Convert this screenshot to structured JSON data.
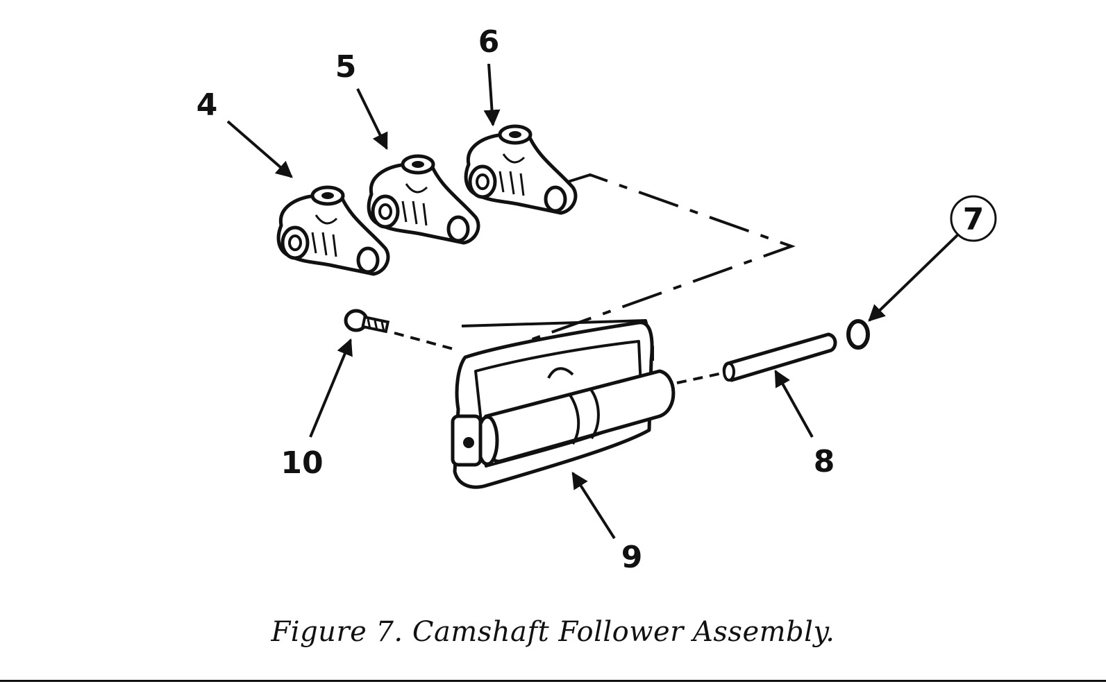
{
  "caption": "Figure 7.  Camshaft Follower Assembly.",
  "callouts": [
    {
      "id": "4",
      "circled": false
    },
    {
      "id": "5",
      "circled": false
    },
    {
      "id": "6",
      "circled": false
    },
    {
      "id": "7",
      "circled": true
    },
    {
      "id": "8",
      "circled": false
    },
    {
      "id": "9",
      "circled": false
    },
    {
      "id": "10",
      "circled": false
    }
  ]
}
